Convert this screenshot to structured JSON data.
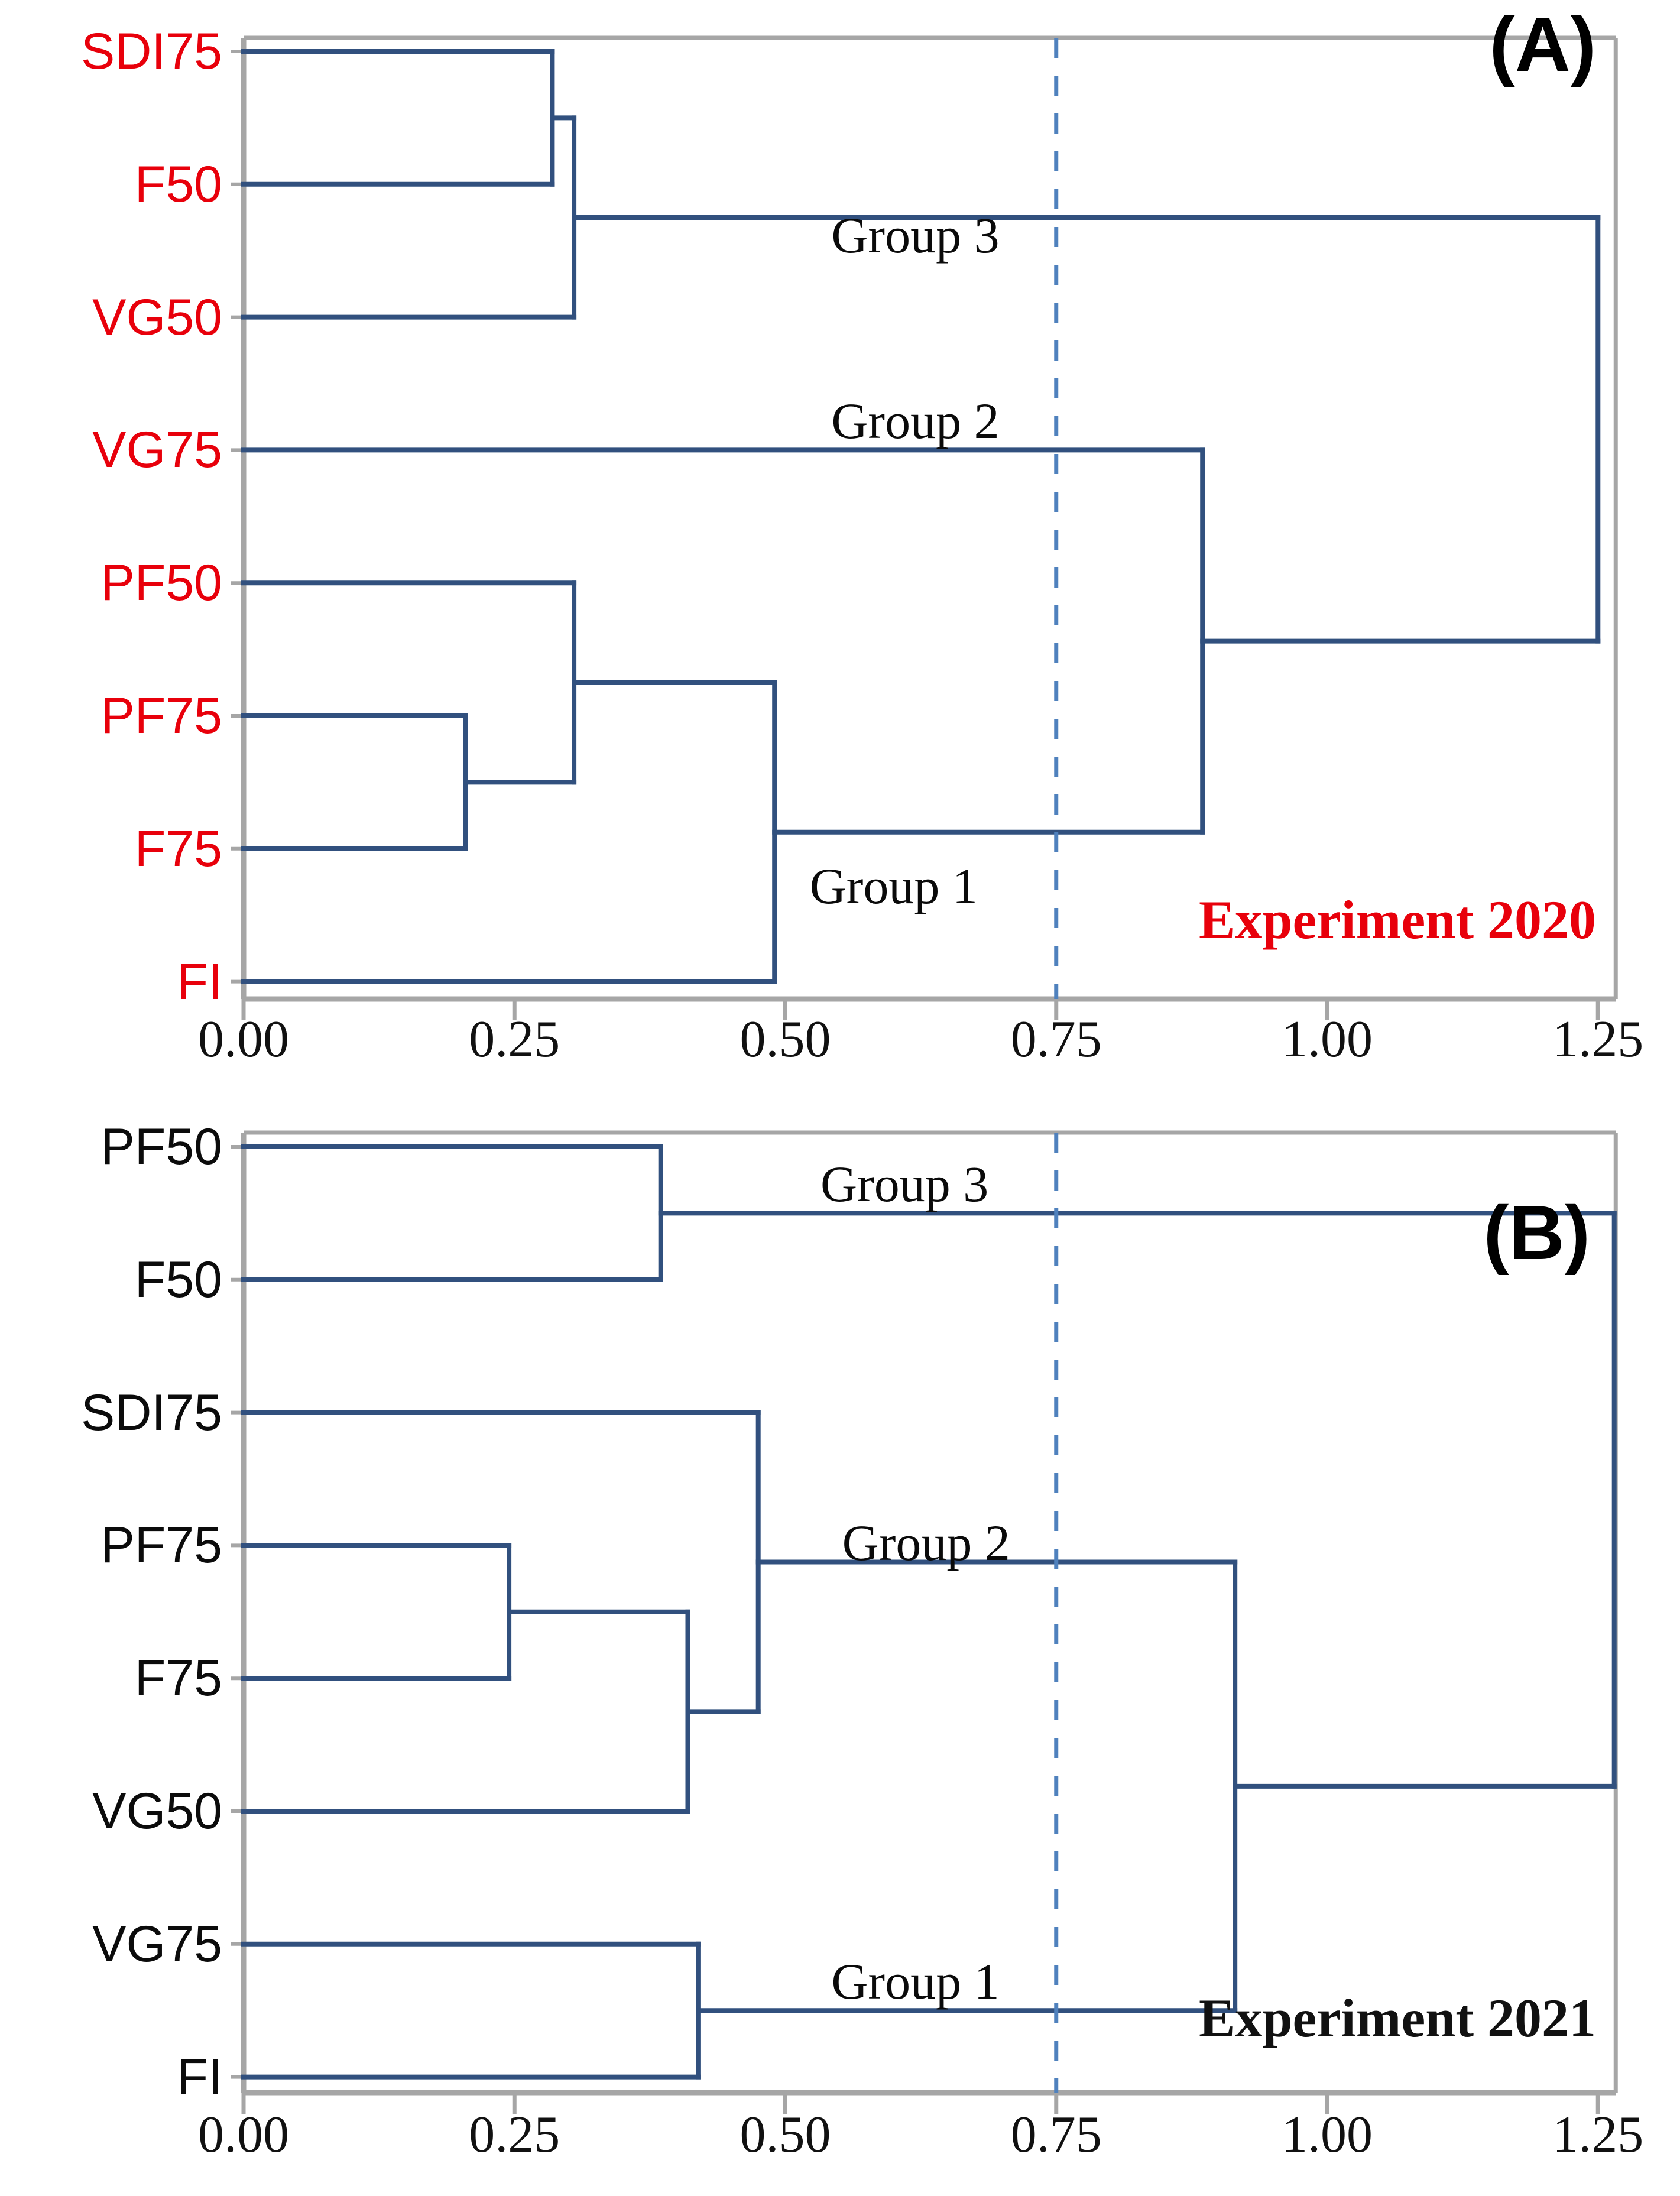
{
  "figure": {
    "background": "#ffffff",
    "link_color": "#31507e",
    "axis_color": "#a6a6a6",
    "cut_line_color": "#4f81bd",
    "red": "#e8000b",
    "black": "#111111"
  },
  "panels": [
    {
      "key": "A",
      "panel_label": "(A)",
      "experiment_label": "Experiment 2020",
      "experiment_label_color": "#e8000b",
      "leaf_label_color": "#e8000b",
      "leaves": [
        "SDI75",
        "F50",
        "VG50",
        "VG75",
        "PF50",
        "PF75",
        "F75",
        "FI"
      ],
      "group_labels": [
        {
          "text": "Group 3",
          "x": 0.62,
          "leaf_anchor": 1.6
        },
        {
          "text": "Group 2",
          "x": 0.62,
          "leaf_anchor": 3.0
        },
        {
          "text": "Group 1",
          "x": 0.6,
          "leaf_anchor": 6.5
        }
      ],
      "axis": {
        "ticks": [
          0.0,
          0.25,
          0.5,
          0.75,
          1.0,
          1.25
        ],
        "tick_labels": [
          "0.00",
          "0.25",
          "0.50",
          "0.75",
          "1.00",
          "1.25"
        ],
        "min": 0.0,
        "max": 1.28
      },
      "cut_line": 0.75
    },
    {
      "key": "B",
      "panel_label": "(B)",
      "experiment_label": "Experiment 2021",
      "experiment_label_color": "#111111",
      "leaf_label_color": "#111111",
      "leaves": [
        "PF50",
        "F50",
        "SDI75",
        "PF75",
        "F75",
        "VG50",
        "VG75",
        "FI"
      ],
      "group_labels": [
        {
          "text": "Group 3",
          "x": 0.61,
          "leaf_anchor": 0.5
        },
        {
          "text": "Group 2",
          "x": 0.63,
          "leaf_anchor": 3.2
        },
        {
          "text": "Group 1",
          "x": 0.62,
          "leaf_anchor": 6.5
        }
      ],
      "axis": {
        "ticks": [
          0.0,
          0.25,
          0.5,
          0.75,
          1.0,
          1.25
        ],
        "tick_labels": [
          "0.00",
          "0.25",
          "0.50",
          "0.75",
          "1.00",
          "1.25"
        ],
        "min": 0.0,
        "max": 1.28
      },
      "cut_line": 0.75
    }
  ],
  "chart_data": [
    {
      "type": "dendrogram",
      "title": "Experiment 2020",
      "panel": "(A)",
      "orientation": "horizontal",
      "xlabel": "",
      "ylabel": "",
      "xlim": [
        0.0,
        1.28
      ],
      "xticks": [
        0.0,
        0.25,
        0.5,
        0.75,
        1.0,
        1.25
      ],
      "grid": false,
      "cut_line": 0.75,
      "leaves": [
        "SDI75",
        "F50",
        "VG50",
        "VG75",
        "PF50",
        "PF75",
        "F75",
        "FI"
      ],
      "merges": [
        {
          "id": "n1",
          "children": [
            "SDI75",
            "F50"
          ],
          "height": 0.285
        },
        {
          "id": "n2",
          "children": [
            "n1",
            "VG50"
          ],
          "height": 0.305
        },
        {
          "id": "n3",
          "children": [
            "PF75",
            "F75"
          ],
          "height": 0.205
        },
        {
          "id": "n4",
          "children": [
            "PF50",
            "n3"
          ],
          "height": 0.305
        },
        {
          "id": "n5",
          "children": [
            "n4",
            "FI"
          ],
          "height": 0.49
        },
        {
          "id": "n6",
          "children": [
            "VG75",
            "n5"
          ],
          "height": 0.885
        },
        {
          "id": "n7",
          "children": [
            "n2",
            "n6"
          ],
          "height": 1.25
        }
      ],
      "groups": [
        {
          "name": "Group 1",
          "members": [
            "PF50",
            "PF75",
            "F75",
            "FI"
          ]
        },
        {
          "name": "Group 2",
          "members": [
            "VG75"
          ]
        },
        {
          "name": "Group 3",
          "members": [
            "SDI75",
            "F50",
            "VG50"
          ]
        }
      ]
    },
    {
      "type": "dendrogram",
      "title": "Experiment 2021",
      "panel": "(B)",
      "orientation": "horizontal",
      "xlabel": "",
      "ylabel": "",
      "xlim": [
        0.0,
        1.28
      ],
      "xticks": [
        0.0,
        0.25,
        0.5,
        0.75,
        1.0,
        1.25
      ],
      "grid": false,
      "cut_line": 0.75,
      "leaves": [
        "PF50",
        "F50",
        "SDI75",
        "PF75",
        "F75",
        "VG50",
        "VG75",
        "FI"
      ],
      "merges": [
        {
          "id": "m1",
          "children": [
            "PF50",
            "F50"
          ],
          "height": 0.385
        },
        {
          "id": "m2",
          "children": [
            "PF75",
            "F75"
          ],
          "height": 0.245
        },
        {
          "id": "m3",
          "children": [
            "m2",
            "VG50"
          ],
          "height": 0.41
        },
        {
          "id": "m4",
          "children": [
            "SDI75",
            "m3"
          ],
          "height": 0.475
        },
        {
          "id": "m5",
          "children": [
            "VG75",
            "FI"
          ],
          "height": 0.42
        },
        {
          "id": "m6",
          "children": [
            "m4",
            "m5"
          ],
          "height": 0.915
        },
        {
          "id": "m7",
          "children": [
            "m1",
            "m6"
          ],
          "height": 1.265
        }
      ],
      "groups": [
        {
          "name": "Group 1",
          "members": [
            "VG75",
            "FI"
          ]
        },
        {
          "name": "Group 2",
          "members": [
            "SDI75",
            "PF75",
            "F75",
            "VG50"
          ]
        },
        {
          "name": "Group 3",
          "members": [
            "PF50",
            "F50"
          ]
        }
      ]
    }
  ]
}
